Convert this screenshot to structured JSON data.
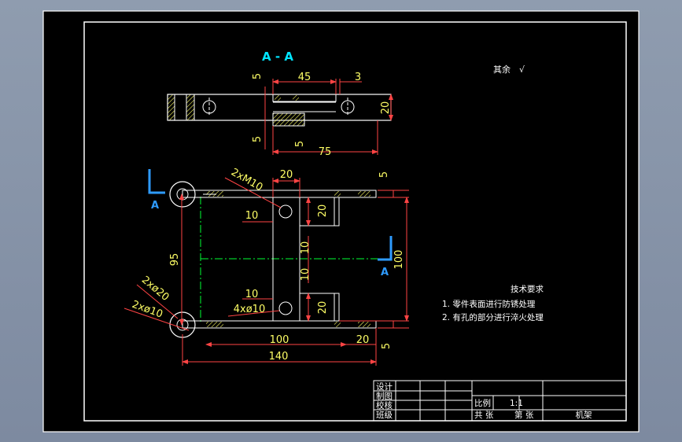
{
  "drawing": {
    "section_title": "A - A",
    "surface_note": "其余",
    "surface_symbol": "√",
    "section_marker": "A",
    "dims": {
      "top_45": "45",
      "top_3": "3",
      "top_5a": "5",
      "top_5b": "5",
      "top_5c": "5",
      "top_20": "20",
      "top_75": "75",
      "front_20": "20",
      "front_5_top": "5",
      "front_m10": "2xM10",
      "front_10a": "10",
      "front_20a": "20",
      "front_10v1": "10",
      "front_10v2": "10",
      "front_95": "95",
      "front_100v": "100",
      "front_d20": "2xø20",
      "front_d10": "2xø10",
      "front_10b": "10",
      "front_4d10": "4xø10",
      "front_20b": "20",
      "front_100h": "100",
      "front_20c": "20",
      "front_5_bot": "5",
      "front_140": "140"
    },
    "tech_title": "技术要求",
    "tech_notes": [
      "1. 零件表面进行防锈处理",
      "2. 有孔的部分进行淬火处理"
    ],
    "title_block": {
      "design": "设计",
      "draw": "制图",
      "check": "校核",
      "class": "班级",
      "scale_label": "比例",
      "scale_value": "1:1",
      "total_sheets": "共  张",
      "sheet_no": "第  张",
      "part_name": "机架"
    }
  },
  "colors": {
    "paper": "#000000",
    "frame": "#ffffff",
    "dimension": "#ff4444",
    "dim_text": "#ffff66",
    "title_cyan": "#00e5ff",
    "centerline": "#00ff33",
    "marker_blue": "#2e9bff"
  }
}
